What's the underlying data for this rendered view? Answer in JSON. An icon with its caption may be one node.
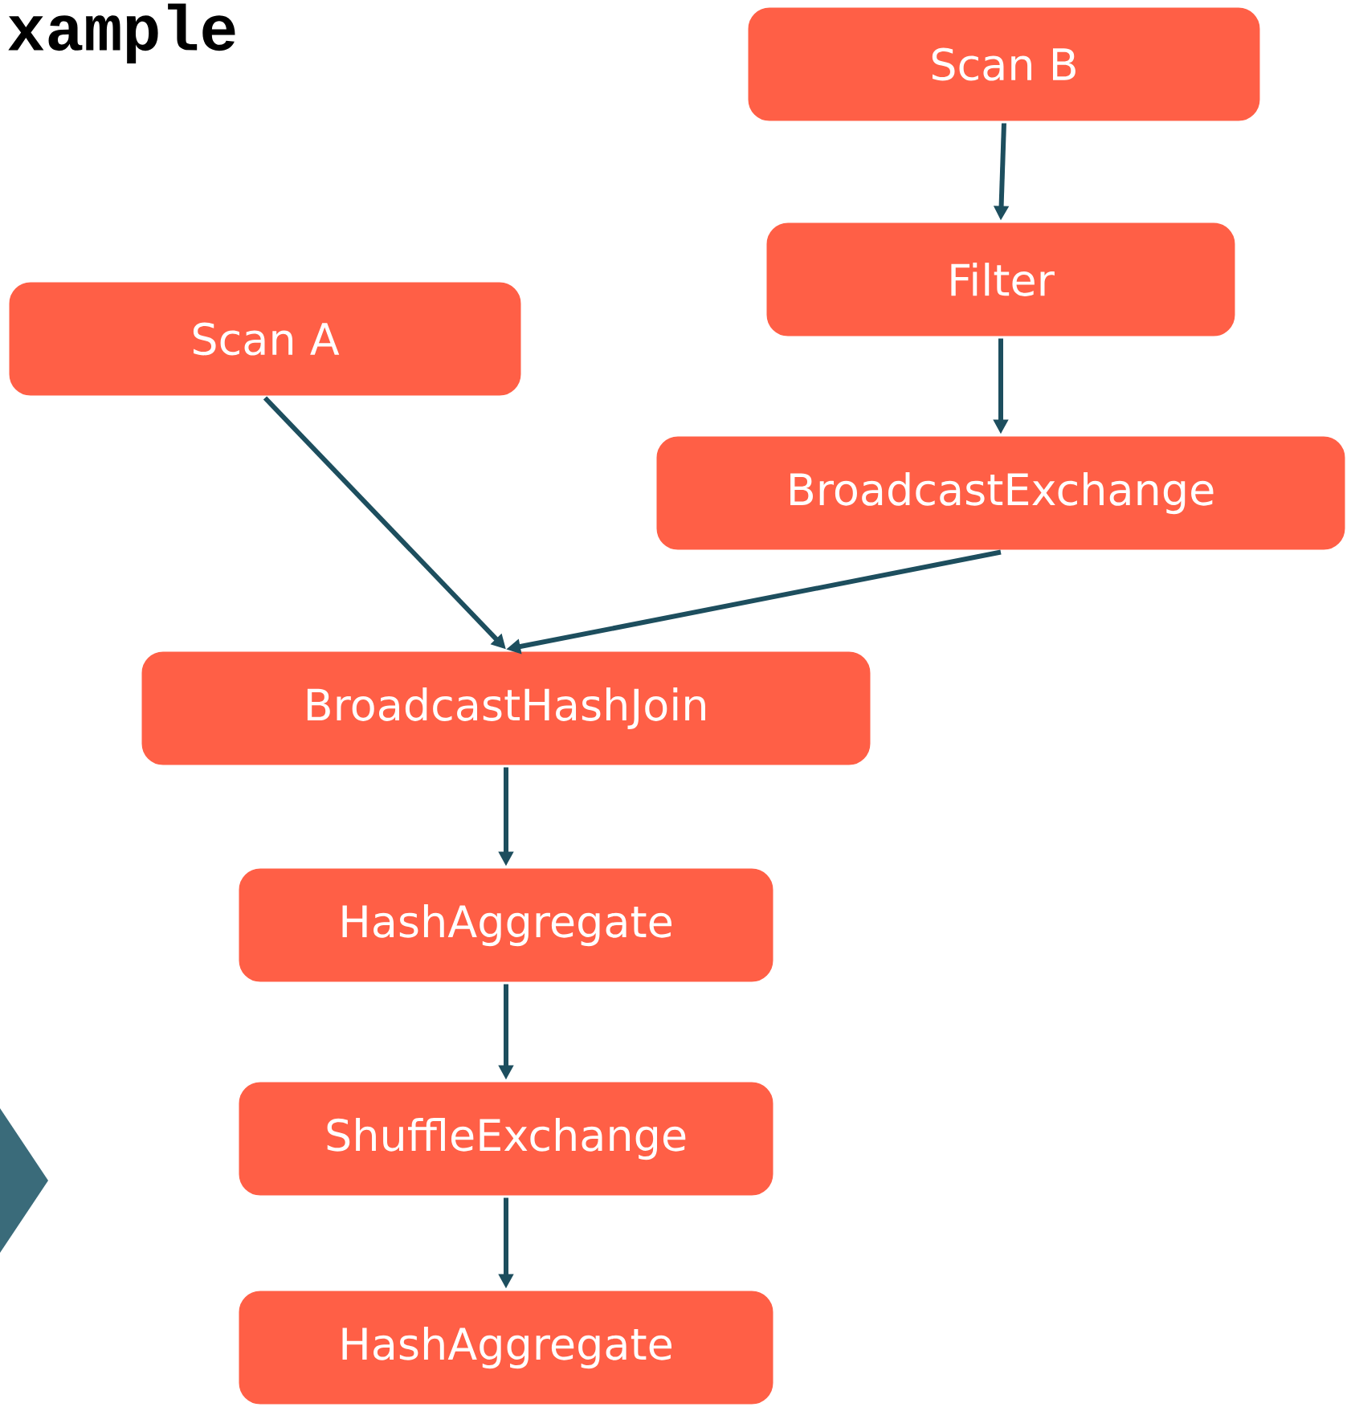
{
  "diagram": {
    "nodes": [
      {
        "text": [
          "Scan B"
        ]
      },
      {
        "text": [
          "Filter"
        ]
      },
      {
        "text": [
          "Scan A"
        ]
      },
      {
        "text": [
          "BroadcastExchange"
        ]
      },
      {
        "text": [
          "BroadcastHashJoin"
        ]
      },
      {
        "text": [
          "HashAggregate"
        ]
      },
      {
        "text": [
          "ShuffleExchange"
        ]
      },
      {
        "text": [
          "HashAggregate"
        ]
      }
    ],
    "edges": [
      {
        "from": 0,
        "to": 1,
        "arrow": "to"
      },
      {
        "from": 1,
        "to": 3,
        "arrow": "to"
      },
      {
        "from": 2,
        "to": 4,
        "arrow": "to"
      },
      {
        "from": 3,
        "to": 4,
        "arrow": "to"
      },
      {
        "from": 4,
        "to": 5,
        "arrow": "to"
      },
      {
        "from": 5,
        "to": 6,
        "arrow": "to"
      },
      {
        "from": 6,
        "to": 7,
        "arrow": "to"
      }
    ],
    "labels": [
      "xample"
    ]
  }
}
